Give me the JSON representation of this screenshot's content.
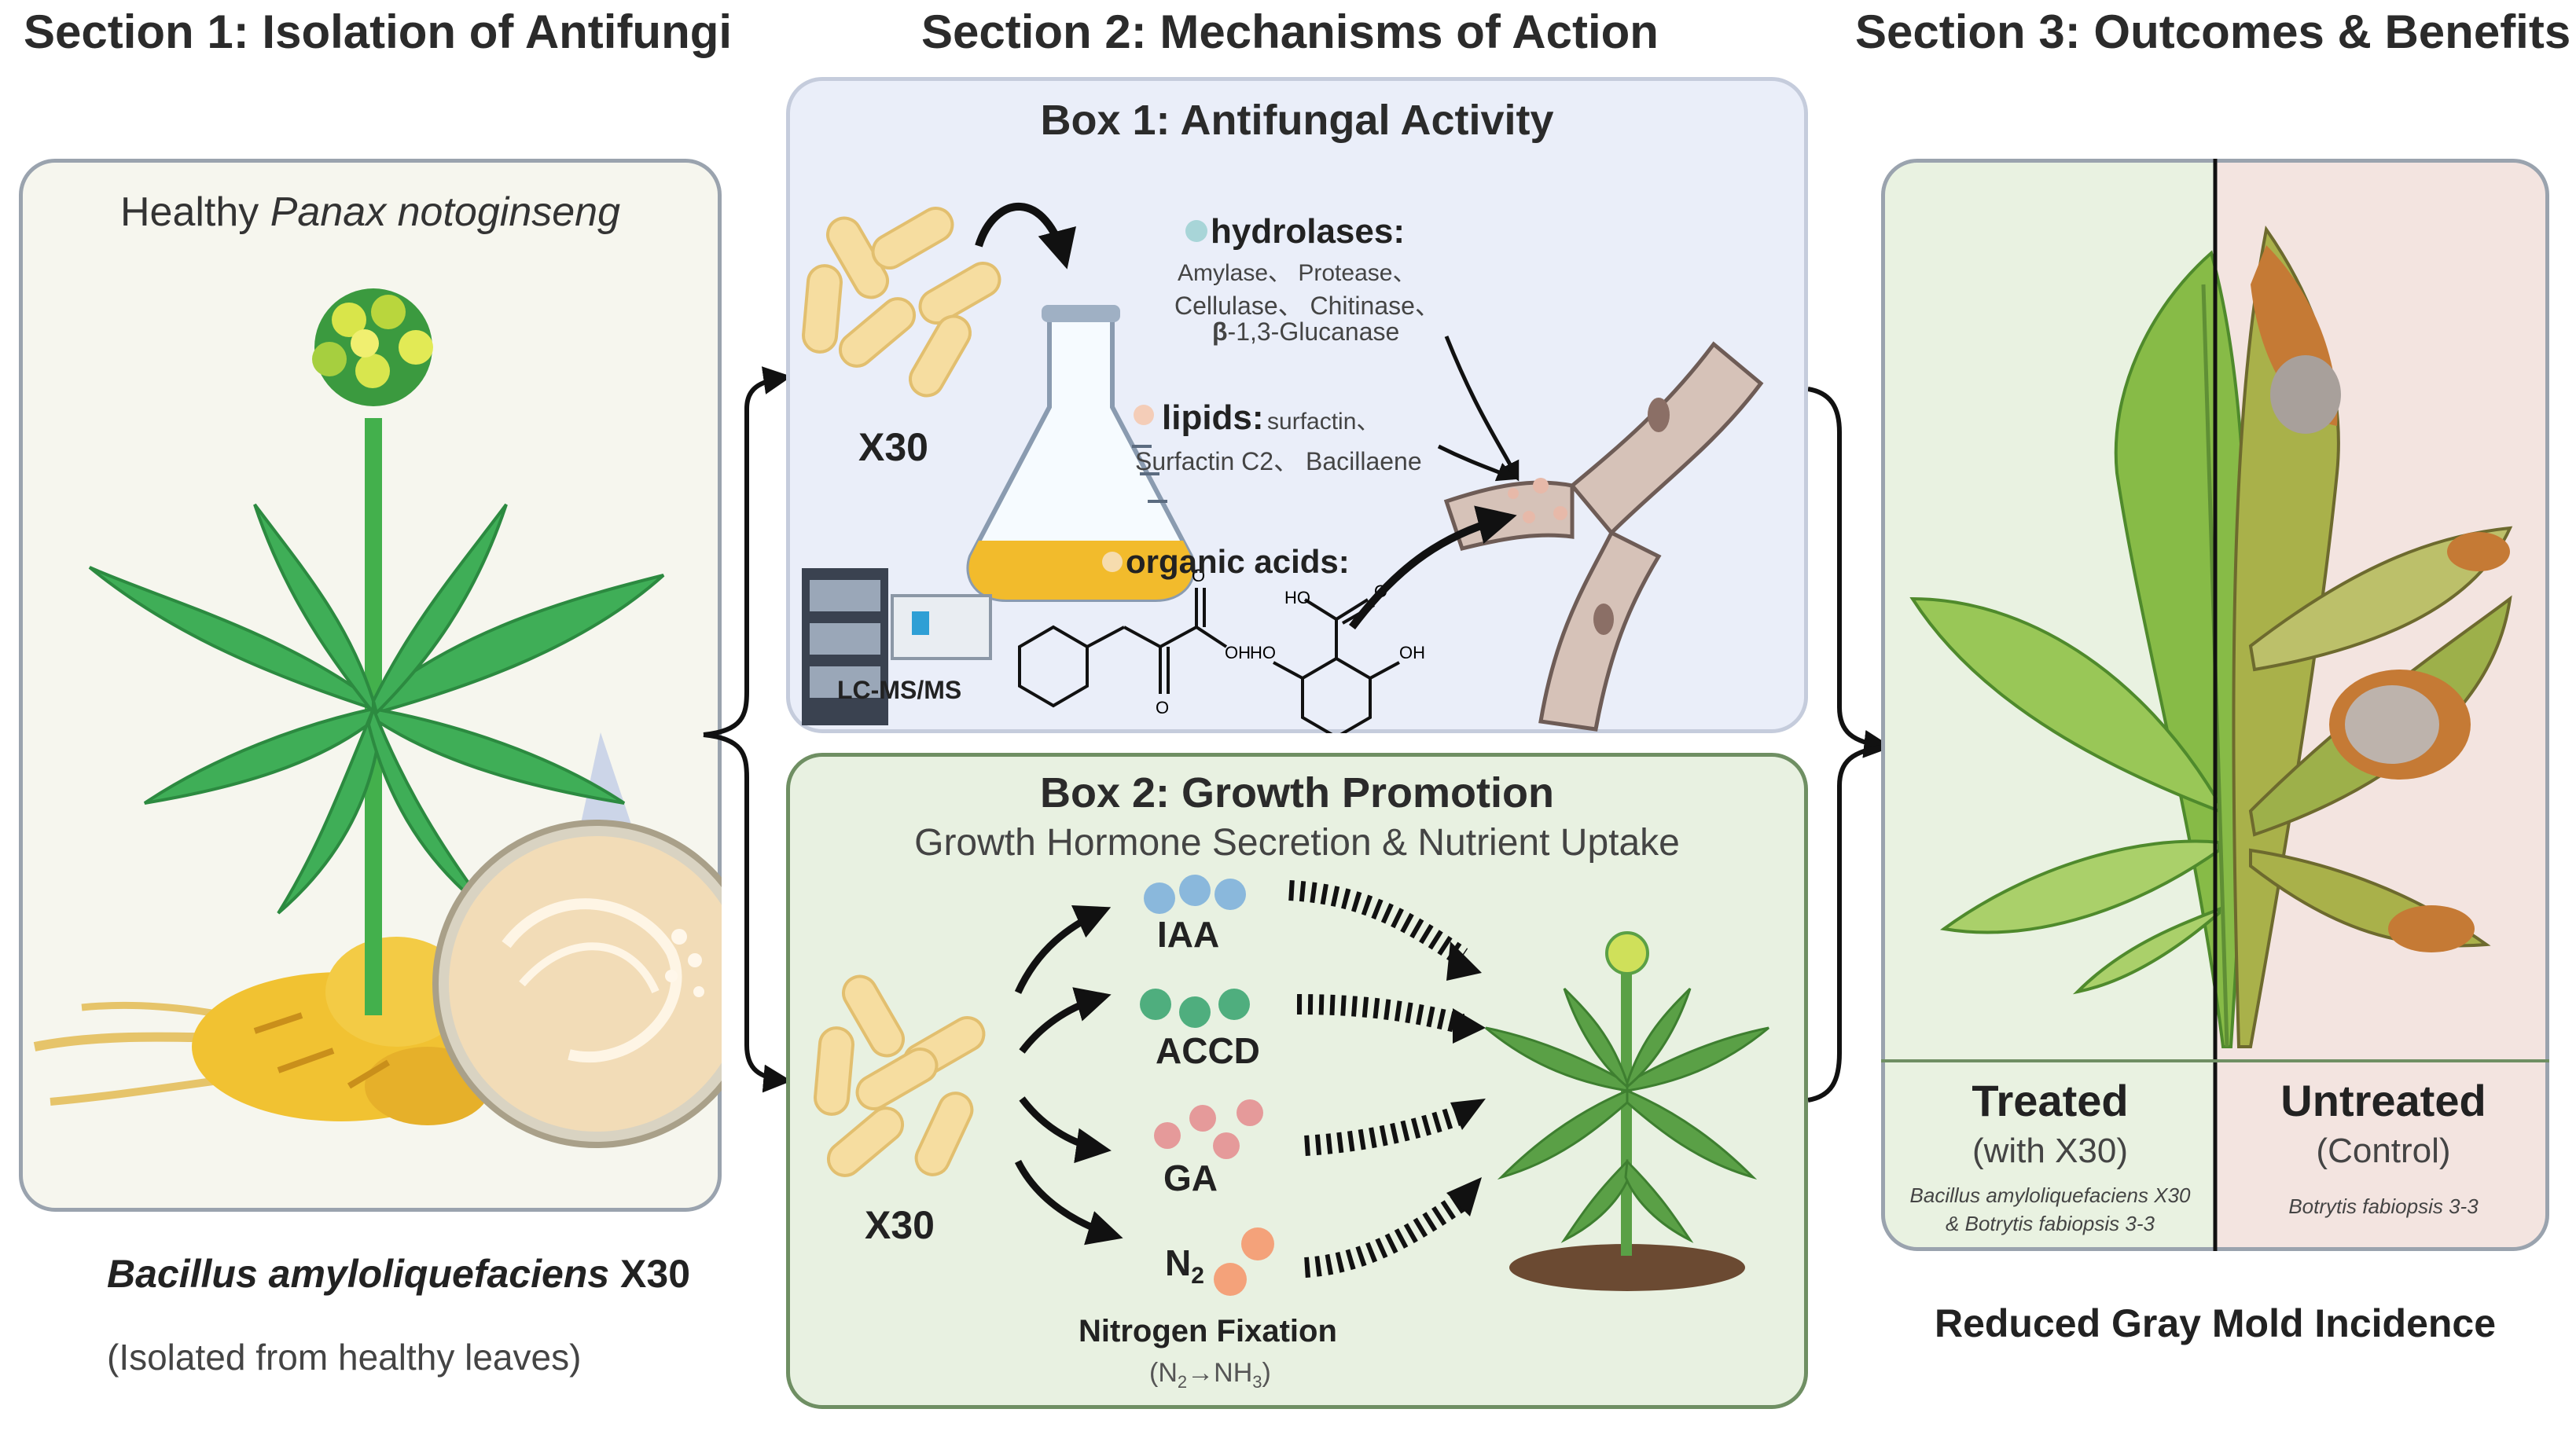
{
  "sections": {
    "s1": {
      "title": "Section 1: Isolation of Antifungi"
    },
    "s2": {
      "title": "Section 2: Mechanisms of Action"
    },
    "s3": {
      "title": "Section 3: Outcomes & Benefits"
    }
  },
  "section1": {
    "panel_label_prefix": "Healthy ",
    "panel_label_species": "Panax notoginseng",
    "strain_species": "Bacillus amyloliquefaciens",
    "strain_id": " X30",
    "isolation_note": "(Isolated from healthy leaves)"
  },
  "box1": {
    "title": "Box 1: Antifungal Activity",
    "strain_label": "X30",
    "instrument_label": "LC-MS/MS",
    "hydrolases_label": "hydrolases:",
    "hydrolases_line1": "Amylase、 Protease、",
    "hydrolases_line2": "Cellulase、 Chitinase、",
    "hydrolases_beta": "β",
    "hydrolases_line3": "-1,3-Glucanase",
    "lipids_label": "lipids:",
    "lipids_line1": "surfactin、",
    "lipids_line2": "Surfactin C2、 Bacillaene",
    "organic_label": "organic acids:",
    "chem": {
      "ho": "HO",
      "o": "O",
      "oh": "OH"
    },
    "colors": {
      "box_bg": "#eaeef9",
      "hydrolase_dot": "#a8d5d8",
      "lipid_dot": "#f4cdb8",
      "acid_dot": "#f6dcae"
    }
  },
  "box2": {
    "title": "Box 2: Growth Promotion",
    "subtitle": "Growth Hormone Secretion & Nutrient Uptake",
    "strain_label": "X30",
    "items": [
      {
        "label": "IAA",
        "color": "#8ab8dc"
      },
      {
        "label": "ACCD",
        "color": "#4fae7e"
      },
      {
        "label": "GA",
        "color": "#e59a9a"
      },
      {
        "label": "N",
        "sub": "2",
        "color": "#f4a27a"
      }
    ],
    "nitrogen_title": "Nitrogen Fixation",
    "formula": {
      "open": "(N",
      "n_sub": "2",
      "arrow": "→NH",
      "h_sub": "3",
      "close": ")"
    },
    "colors": {
      "box_bg": "#e8f1e1"
    }
  },
  "section3": {
    "treated_label": "Treated",
    "treated_sub": "(with X30)",
    "treated_note1": "Bacillus amyloliquefaciens X30",
    "treated_note2": "& Botrytis fabiopsis 3-3",
    "untreated_label": "Untreated",
    "untreated_sub": "(Control)",
    "untreated_note": "Botrytis fabiopsis 3-3",
    "outcome": "Reduced Gray Mold Incidence",
    "colors": {
      "treated_bg": "#e9f2e1",
      "untreated_bg": "#f3e4e0"
    }
  }
}
